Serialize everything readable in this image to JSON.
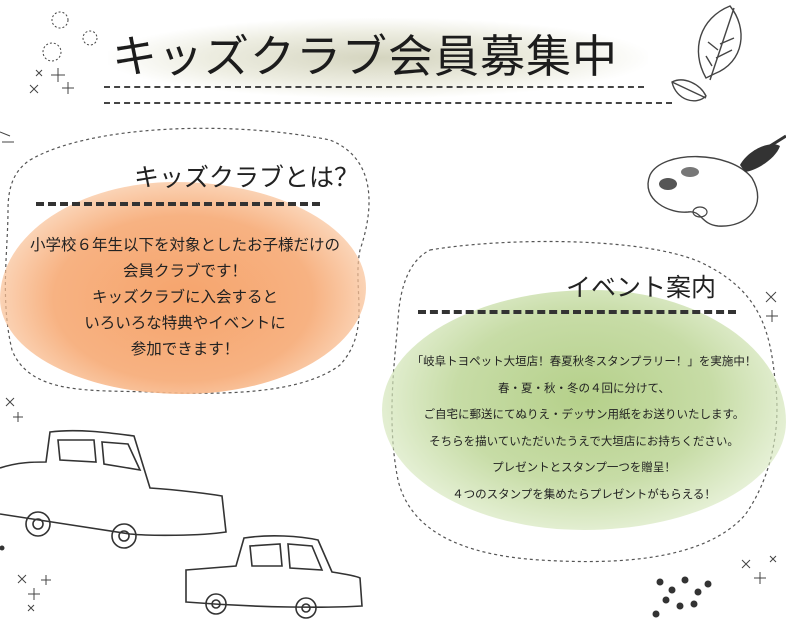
{
  "title": "キッズクラブ会員募集中",
  "about": {
    "heading": "キッズクラブとは？",
    "lines": [
      "小学校６年生以下を対象としたお子様だけの",
      "会員クラブです！",
      "キッズクラブに入会すると",
      "いろいろな特典やイベントに",
      "参加できます！"
    ]
  },
  "event": {
    "heading": "イベント案内",
    "lines": [
      "「岐阜トヨペット大垣店！春夏秋冬スタンプラリー！」を実施中！",
      "春・夏・秋・冬の４回に分けて、",
      "ご自宅に郵送にてぬりえ・デッサン用紙をお送りいたします。",
      "そちらを描いていただいたうえで大垣店にお持ちください。",
      "プレゼントとスタンプ一つを贈呈！",
      "４つのスタンプを集めたらプレゼントがもらえる！"
    ]
  },
  "colors": {
    "orange": "#f6a46c",
    "green": "#b5d08a"
  },
  "icons": [
    "car-illustration",
    "palette-illustration",
    "leaf-illustration",
    "sparkle-doodle"
  ]
}
